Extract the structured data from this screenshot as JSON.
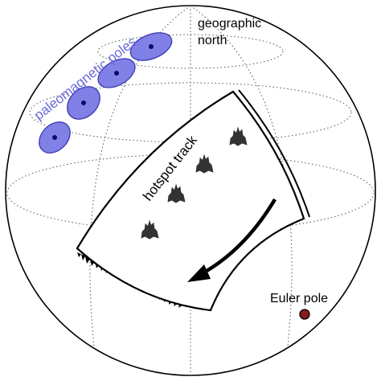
{
  "labels": {
    "geographic_north_line1": "geographic",
    "geographic_north_line2": "north",
    "paleomagnetic_poles": "paleomagnetic poles",
    "hotspot_track": "hotspot track",
    "euler_pole": "Euler pole"
  },
  "colors": {
    "pole_fill": "#8080e6",
    "pole_stroke": "#3a3ab0",
    "pole_dot": "#0a0a60",
    "pole_label": "#6a6ad8",
    "euler_pole": "#8b1a1a",
    "outline": "#000000",
    "gridline": "#555555",
    "volcano": "#333333"
  },
  "icons": {
    "volcano": "volcano-icon",
    "euler_pole": "euler-pole-marker",
    "paleopole": "paleomagnetic-pole-ellipse",
    "arrow": "motion-arrow"
  }
}
